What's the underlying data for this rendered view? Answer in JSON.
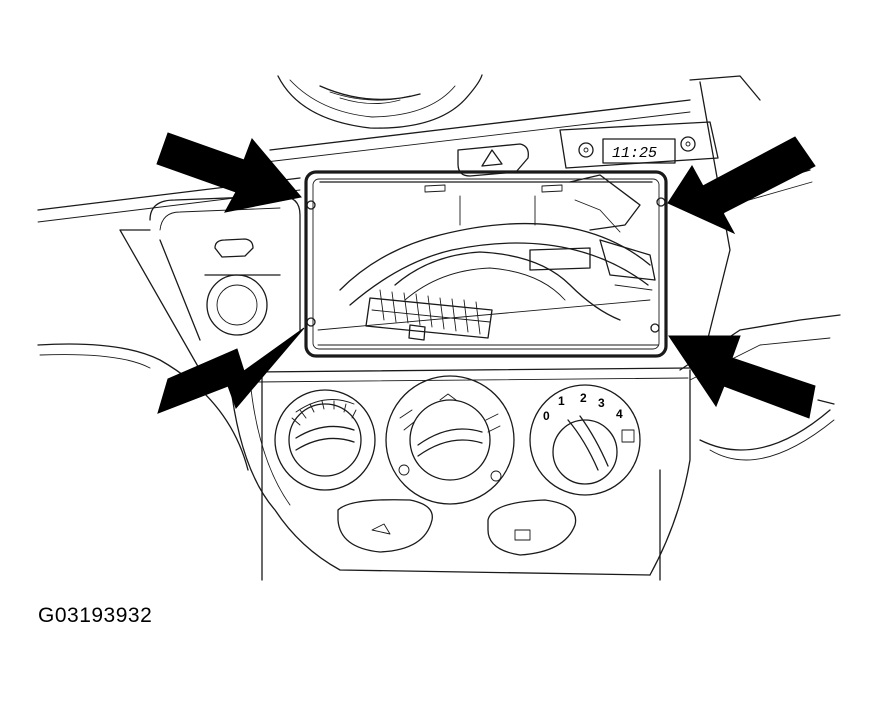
{
  "clock_display": "11:25",
  "fan_dial": {
    "numbers": [
      "0",
      "1",
      "2",
      "3",
      "4"
    ]
  },
  "figure_id": "G03193932"
}
